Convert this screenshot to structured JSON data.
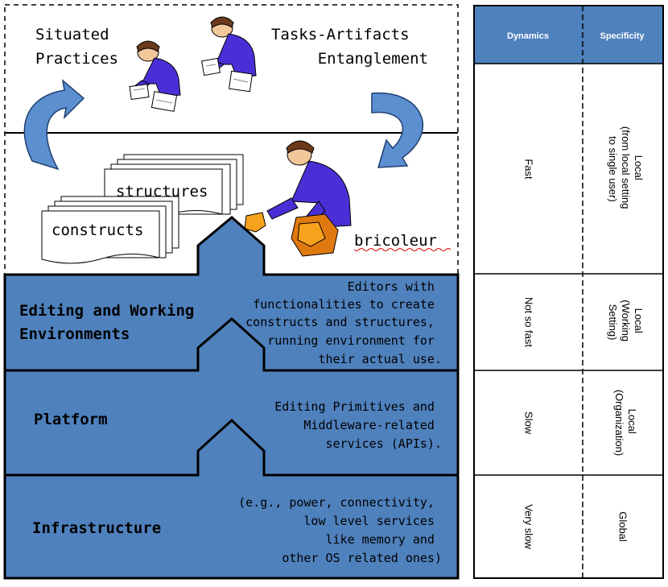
{
  "upper": {
    "situated_line1": "Situated",
    "situated_line2": "Practices",
    "tasks_line1": "Tasks-Artifacts",
    "tasks_line2": "Entanglement",
    "structures": "structures",
    "constructs": "constructs",
    "bricoleur": "bricoleur"
  },
  "layers": {
    "editing": {
      "title_line1": "Editing and Working",
      "title_line2": "Environments",
      "desc": [
        "Editors with",
        "functionalities to create",
        "constructs and structures,",
        "running environment for",
        "their actual use."
      ]
    },
    "platform": {
      "title": "Platform",
      "desc": [
        "Editing Primitives and",
        "Middleware-related",
        "services (APIs)."
      ]
    },
    "infrastructure": {
      "title": "Infrastructure",
      "desc": [
        "(e.g., power, connectivity,",
        "low level services",
        "like memory and",
        "other OS related ones)"
      ]
    }
  },
  "table": {
    "headers": [
      "Dynamics",
      "Specificity"
    ],
    "rows": [
      {
        "dynamics": "Fast",
        "specificity": [
          "Local",
          "(from local setting",
          "to single user)"
        ]
      },
      {
        "dynamics": "Not so fast",
        "specificity": [
          "Local",
          "(Working",
          "Setting)"
        ]
      },
      {
        "dynamics": "Slow",
        "specificity": [
          "Local",
          "(Organization)"
        ]
      },
      {
        "dynamics": "Very slow",
        "specificity": [
          "Global"
        ]
      }
    ]
  },
  "colors": {
    "layer_blue": "#4f81bd",
    "header_blue": "#4f81bd",
    "figure_purple": "#4b2fd6",
    "puzzle_orange": "#f6a21c"
  }
}
